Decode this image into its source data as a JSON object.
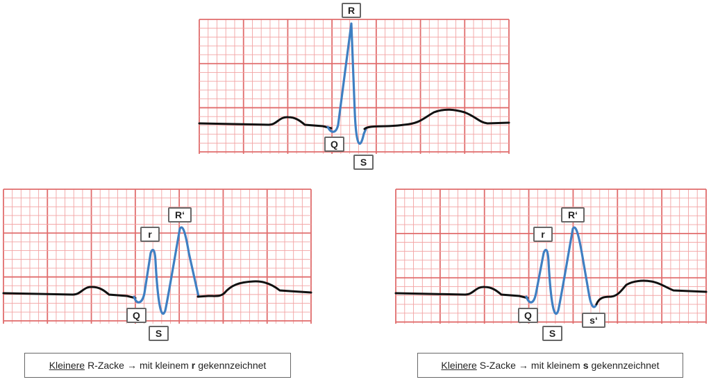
{
  "colors": {
    "grid_fine": "#f2a3a3",
    "grid_major": "#e06c6c",
    "baseline": "#111111",
    "complex": "#3f7fc2",
    "label_border": "#666666"
  },
  "top_panel": {
    "labels": {
      "r": "R",
      "q": "Q",
      "s": "S"
    }
  },
  "left_panel": {
    "labels": {
      "r": "r",
      "r2": "R‘",
      "q": "Q",
      "s": "S"
    },
    "caption": {
      "underlined": "Kleinere",
      "part1": "R-Zacke",
      "arrow": "→",
      "part2": "mit kleinem",
      "bold": "r",
      "part3": "gekennzeichnet"
    }
  },
  "right_panel": {
    "labels": {
      "r": "r",
      "r2": "R‘",
      "q": "Q",
      "s": "S",
      "s2": "s‘"
    },
    "caption": {
      "underlined": "Kleinere",
      "part1": "S-Zacke",
      "arrow": "→",
      "part2": "mit kleinem",
      "bold": "s",
      "part3": "gekennzeichnet"
    }
  }
}
